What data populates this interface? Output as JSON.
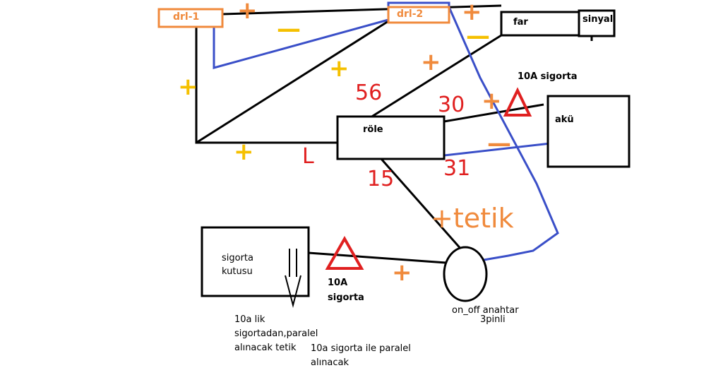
{
  "components": {
    "drl1": "drl-1",
    "drl2": "drl-2",
    "far": "far",
    "sinyal": "sinyal",
    "role": "röle",
    "aku": "akü",
    "sigorta_kutusu_1": "sigorta",
    "sigorta_kutusu_2": "kutusu",
    "switch_1": "on_off anahtar",
    "switch_2": "3pinli"
  },
  "fuses": {
    "top_1": "10A sigorta",
    "bottom_1": "10A",
    "bottom_2": "sigorta"
  },
  "pins": {
    "p56": "56",
    "p30": "30",
    "p31": "31",
    "p15": "15",
    "pL": "L"
  },
  "signs": {
    "plus": "+",
    "minus": "—",
    "tetik": "+tetik"
  },
  "notes": {
    "n1_1": "10a lik",
    "n1_2": "sigortadan,paralel",
    "n1_3": "alınacak tetik",
    "n2_1": "10a sigorta ile paralel",
    "n2_2": "alınacak"
  },
  "colors": {
    "positive_wire": "#000000",
    "negative_wire": "#3a4fc8",
    "drl_box": "#f08a3c",
    "fuse": "#e02020",
    "plus_sign": "#f5c000"
  }
}
